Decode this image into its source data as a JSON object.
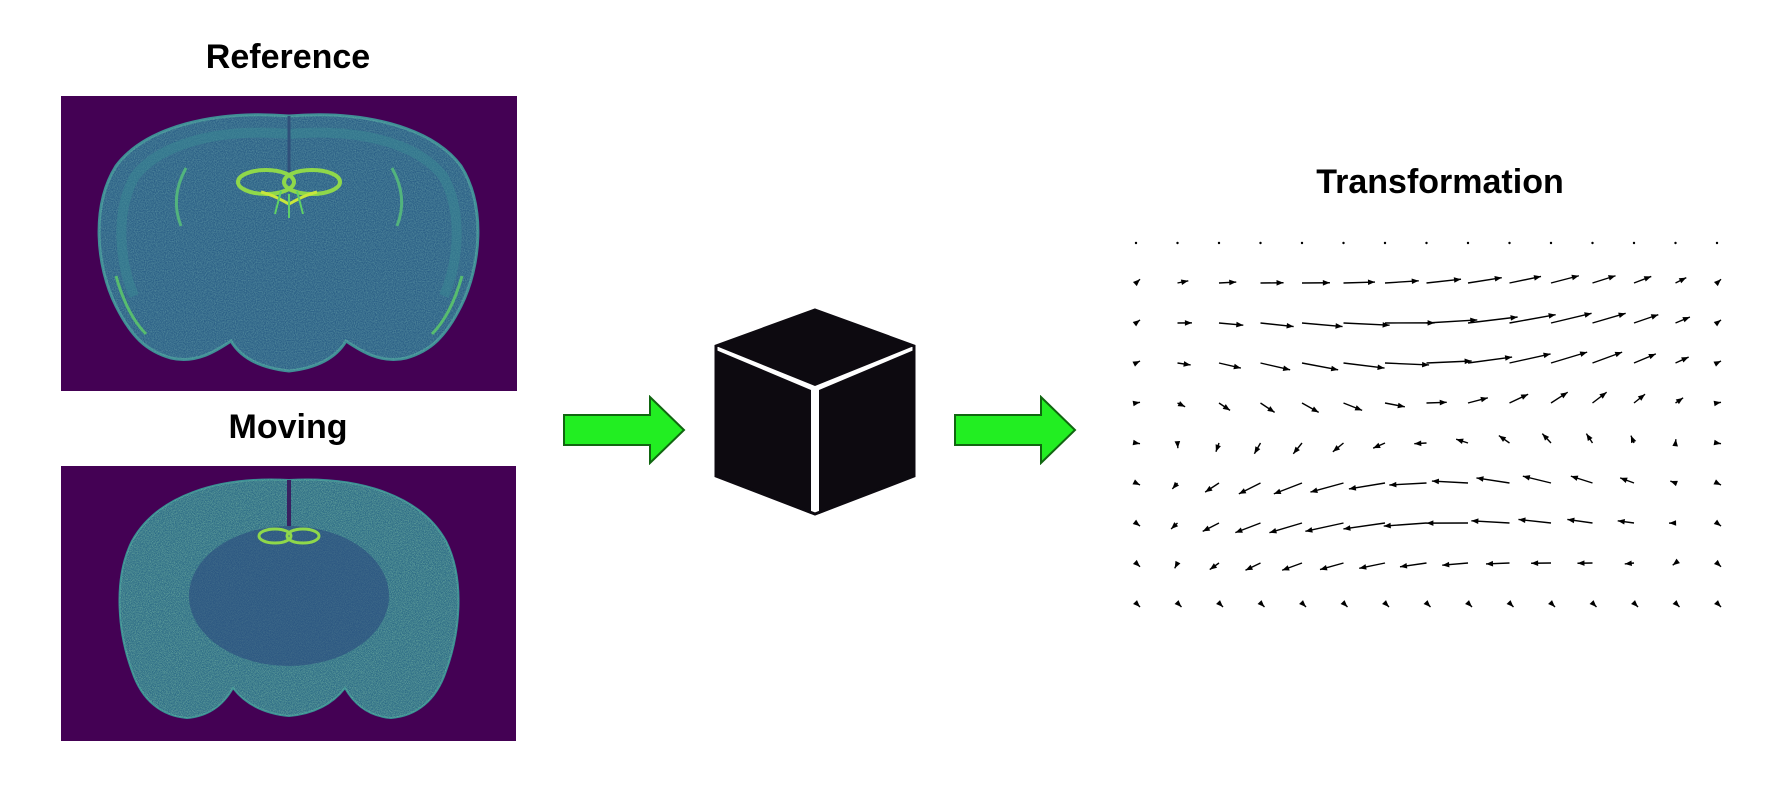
{
  "titles": {
    "reference": "Reference",
    "moving": "Moving",
    "transformation": "Transformation"
  },
  "colors": {
    "panel_background": "#440154",
    "tissue_teal": "#2a6f7e",
    "tissue_dark": "#2e4a80",
    "highlight_yellow": "#c8e63c",
    "highlight_green": "#5fd066",
    "flow_arrow_fill": "#22ee22",
    "flow_arrow_stroke": "#116611",
    "cube_fill": "#0d0a10",
    "vector_color": "#000000"
  },
  "icons": {
    "reference_image": "brain-section-image",
    "moving_image": "brain-section-image",
    "flow_arrow_1": "right-arrow-icon",
    "flow_arrow_2": "right-arrow-icon",
    "model": "black-box-cube-icon",
    "field": "vector-field-icon"
  }
}
